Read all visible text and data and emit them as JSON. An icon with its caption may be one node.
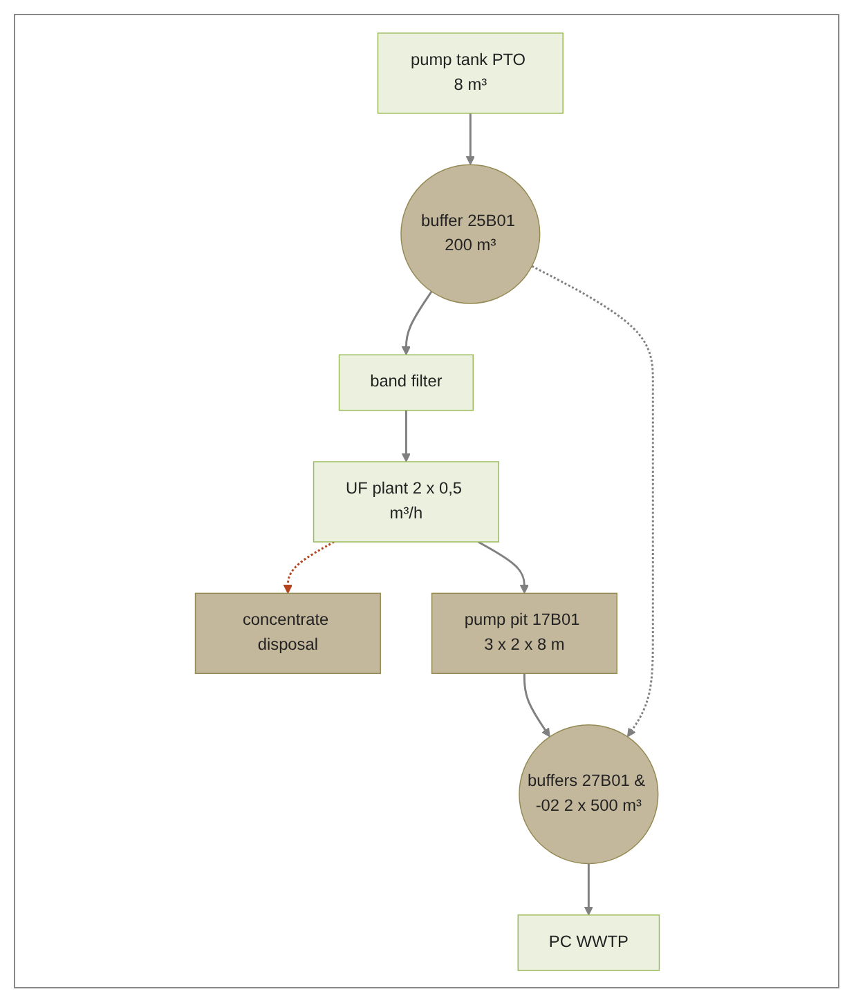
{
  "diagram": {
    "nodes": [
      {
        "text": [
          "pump tank PTO 8 m³"
        ]
      },
      {
        "text": [
          "buffer 25B01 200 m³"
        ]
      },
      {
        "text": [
          "band filter"
        ]
      },
      {
        "text": [
          "UF plant 2 x 0,5 m³/h"
        ]
      },
      {
        "text": [
          "concentrate disposal"
        ]
      },
      {
        "text": [
          "pump pit 17B01 3 x 2 x 8 m"
        ]
      },
      {
        "text": [
          "buffers 27B01 & -02 2 x 500 m³"
        ]
      },
      {
        "text": [
          "PC WWTP"
        ]
      }
    ],
    "edges": [
      {
        "from": 0,
        "to": 1,
        "arrow": "to"
      },
      {
        "from": 1,
        "to": 2,
        "arrow": "to"
      },
      {
        "from": 2,
        "to": 3,
        "arrow": "to"
      },
      {
        "from": 3,
        "to": 4,
        "arrow": "to",
        "style": "dashed",
        "color": "#b5441c"
      },
      {
        "from": 3,
        "to": 5,
        "arrow": "to"
      },
      {
        "from": 5,
        "to": 6,
        "arrow": "to"
      },
      {
        "from": 1,
        "to": 6,
        "arrow": "to",
        "style": "dashed"
      },
      {
        "from": 6,
        "to": 7,
        "arrow": "to"
      }
    ]
  }
}
